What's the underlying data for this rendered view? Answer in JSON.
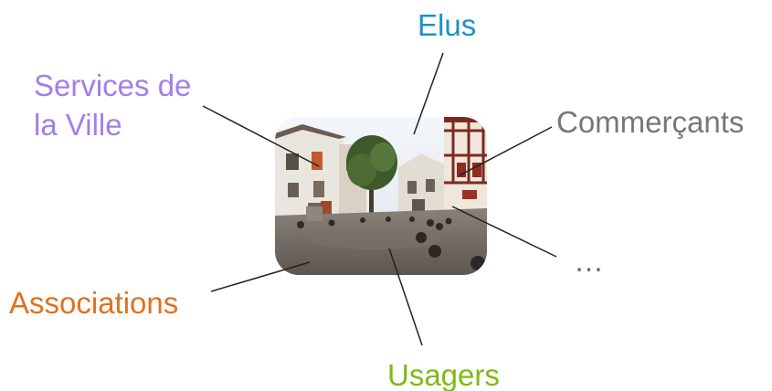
{
  "colors": {
    "elus": "#1a93c4",
    "services": "#a27fe6",
    "commercants": "#777777",
    "ellipsis": "#6a6a6a",
    "associations": "#e2711d",
    "usagers": "#7cbc14",
    "connector": "#222222"
  },
  "labels": {
    "elus": "Elus",
    "services_line1": "Services de",
    "services_line2": "la Ville",
    "commercants": "Commerçants",
    "ellipsis": "…",
    "associations": "Associations",
    "usagers": "Usagers"
  },
  "center_image": {
    "subject": "town square with half-timbered buildings, a tree and street bollards"
  }
}
